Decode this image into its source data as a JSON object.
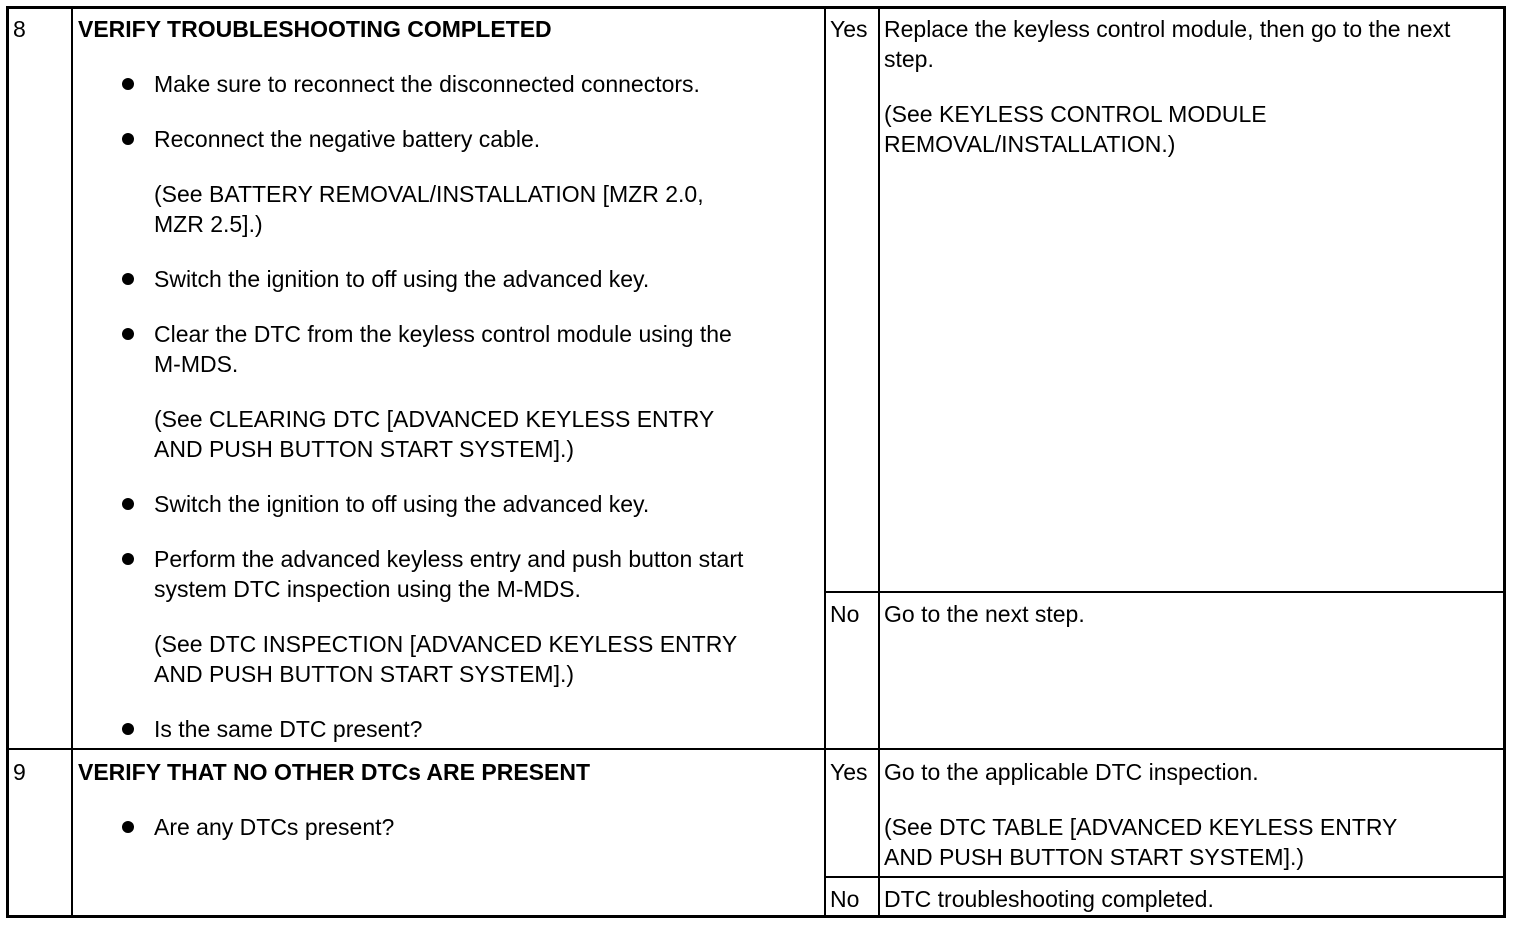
{
  "rows": [
    {
      "step": "8",
      "title": "VERIFY TROUBLESHOOTING COMPLETED",
      "items": [
        {
          "text": "Make sure to reconnect the disconnected connectors."
        },
        {
          "text": "Reconnect the negative battery cable.",
          "note": "(See BATTERY REMOVAL/INSTALLATION [MZR 2.0,\nMZR 2.5].)"
        },
        {
          "text": "Switch the ignition to off using the advanced key."
        },
        {
          "text": "Clear the DTC from the keyless control module using the\nM-MDS.",
          "note": "(See CLEARING DTC [ADVANCED KEYLESS ENTRY\nAND PUSH BUTTON START SYSTEM].)"
        },
        {
          "text": "Switch the ignition to off using the advanced key."
        },
        {
          "text": "Perform the advanced keyless entry and push button start\nsystem DTC inspection using the M-MDS.",
          "note": "(See DTC INSPECTION [ADVANCED KEYLESS ENTRY\nAND PUSH BUTTON START SYSTEM].)"
        },
        {
          "text": "Is the same DTC present?"
        }
      ],
      "yes_label": "Yes",
      "yes_action": "Replace the keyless control module, then go to the next\nstep.",
      "yes_note": "(See KEYLESS CONTROL MODULE\nREMOVAL/INSTALLATION.)",
      "no_label": "No",
      "no_action": "Go to the next step."
    },
    {
      "step": "9",
      "title": "VERIFY THAT NO OTHER DTCs ARE PRESENT",
      "items": [
        {
          "text": "Are any DTCs present?"
        }
      ],
      "yes_label": "Yes",
      "yes_action": "Go to the applicable DTC inspection.",
      "yes_note": "(See DTC TABLE [ADVANCED KEYLESS ENTRY\nAND PUSH BUTTON START SYSTEM].)",
      "no_label": "No",
      "no_action": "DTC troubleshooting completed."
    }
  ]
}
